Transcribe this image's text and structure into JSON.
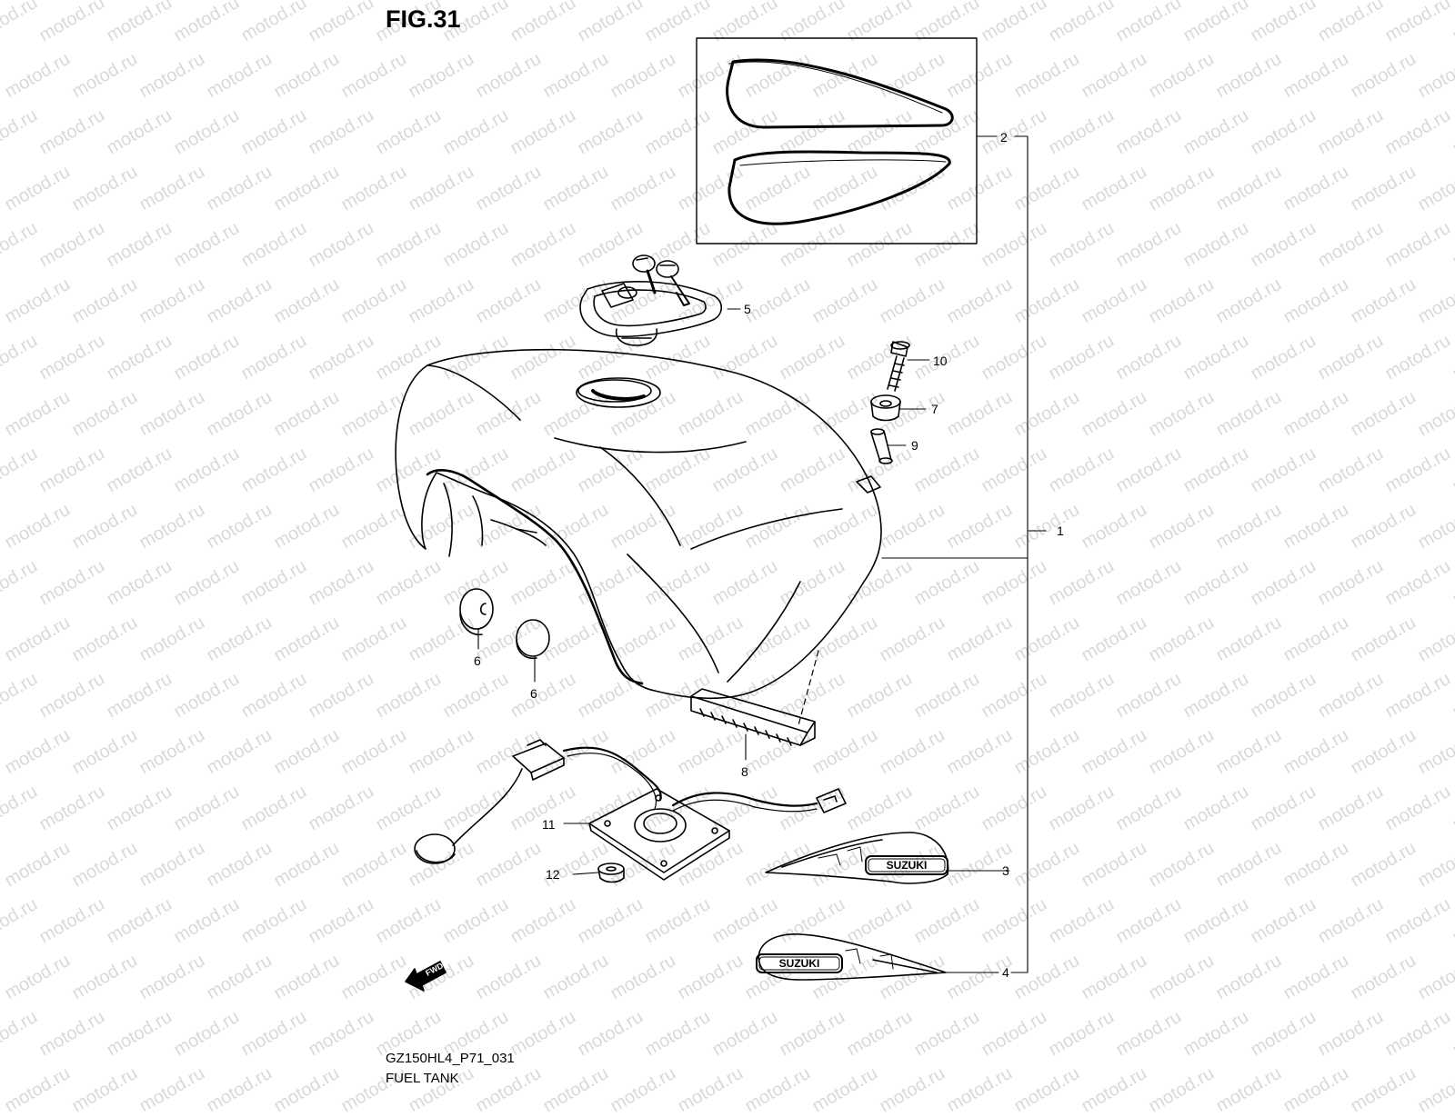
{
  "diagram": {
    "figure_label": "FIG.31",
    "diagram_code": "GZ150HL4_P71_031",
    "caption": "FUEL TANK",
    "watermark": "motod.ru",
    "fwd_label": "FWD",
    "emblem_text": "SUZUKI",
    "callouts": {
      "c1": "1",
      "c2": "2",
      "c3": "3",
      "c4": "4",
      "c5": "5",
      "c6a": "6",
      "c6b": "6",
      "c7": "7",
      "c8": "8",
      "c9": "9",
      "c10": "10",
      "c11": "11",
      "c12": "12"
    }
  }
}
